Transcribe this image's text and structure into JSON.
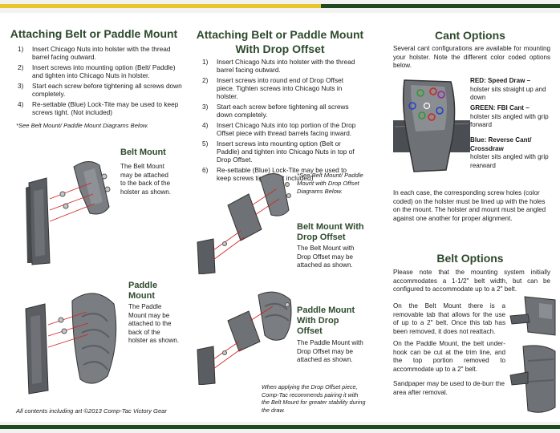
{
  "col1": {
    "title": "Attaching Belt or Paddle Mount",
    "steps": [
      {
        "n": "1)",
        "text": "Insert Chicago Nuts into holster with the thread barrel facing outward."
      },
      {
        "n": "2)",
        "text": "Insert screws into mounting option (Belt/ Paddle) and tighten into Chicago Nuts in holster."
      },
      {
        "n": "3)",
        "text": "Start each screw before tightening all screws down completely."
      },
      {
        "n": "4)",
        "text": "Re-settable (Blue) Lock-Tite may be used to keep screws tight. (Not included)"
      }
    ],
    "note": "*See Belt Mount/ Paddle Mount Diagrams Below.",
    "belt_mount_title": "Belt Mount",
    "belt_mount_text": "The Belt Mount may be attached to the back of the holster as shown.",
    "paddle_mount_title": "Paddle Mount",
    "paddle_mount_text": "The Paddle Mount may be attached to the back of the holster as shown.",
    "footer": "All contents including art ©2013 Comp-Tac Victory Gear"
  },
  "col2": {
    "title": "Attaching Belt or Paddle Mount With Drop Offset",
    "steps": [
      {
        "n": "1)",
        "text": "Insert Chicago Nuts into holster with the thread barrel facing outward."
      },
      {
        "n": "2)",
        "text": "Insert screws into round end of Drop Offset piece. Tighten screws into Chicago Nuts in holster."
      },
      {
        "n": "3)",
        "text": "Start each screw before tightening all screws down completely."
      },
      {
        "n": "4)",
        "text": "Insert Chicago Nuts into top portion of the Drop Offset piece with thread barrels facing inward."
      },
      {
        "n": "5)",
        "text": "Insert screws into mounting option (Belt or Paddle) and tighten into Chicago Nuts in top of Drop Offset."
      },
      {
        "n": "6)",
        "text": "Re-settable (Blue) Lock-Tite may be used to keep screws tight. (Not included)"
      }
    ],
    "note": "*See Belt Mount/ Paddle Mount with Drop Offset Diagrams Below.",
    "belt_drop_title": "Belt Mount With Drop Offset",
    "belt_drop_text": "The Belt Mount with Drop Offset may be attached as shown.",
    "paddle_drop_title": "Paddle Mount With Drop Offset",
    "paddle_drop_text": "The Paddle Mount with Drop Offset may be attached as shown.",
    "recommend": "When applying the Drop Offset piece, Comp-Tac recommends pairing it with the Belt Mount for greater stability during the draw."
  },
  "col3": {
    "cant_title": "Cant Options",
    "cant_intro": "Several cant configurations are available for mounting your holster. Note the different color coded options below.",
    "cant_options": [
      {
        "label": "RED: Speed Draw –",
        "desc": "holster sits straight up and down"
      },
      {
        "label": "GREEN: FBI Cant –",
        "desc": "holster sits angled with grip forward"
      },
      {
        "label": "Blue: Reverse Cant/ Crossdraw",
        "desc": "holster sits angled with grip rearward"
      }
    ],
    "cant_outro": "In each case, the corresponding screw holes (color coded) on the holster must be lined up with the holes on the mount. The holster and mount must be angled against one another for proper alignment.",
    "belt_title": "Belt Options",
    "belt_intro": "Please note that the mounting system initially accommodates a 1-1/2\" belt width, but can be configured to accommodate up to a 2\" belt.",
    "belt_p1": "On the Belt Mount there is a removable tab that allows for the use of up to a 2\" belt. Once this tab has been removed, it does not reattach.",
    "belt_p2": "On the Paddle Mount, the belt under-hook can be cut at the trim line, and the top portion removed to accommodate up to a 2\" belt.",
    "belt_p3": "Sandpaper may be used to de-burr the area after removal."
  },
  "colors": {
    "heading": "#2d4a2d",
    "red": "#d42020",
    "green": "#2a9a2a",
    "blue": "#2040c8",
    "yellow": "#e6c62a",
    "dark_green": "#1f4a1f"
  }
}
